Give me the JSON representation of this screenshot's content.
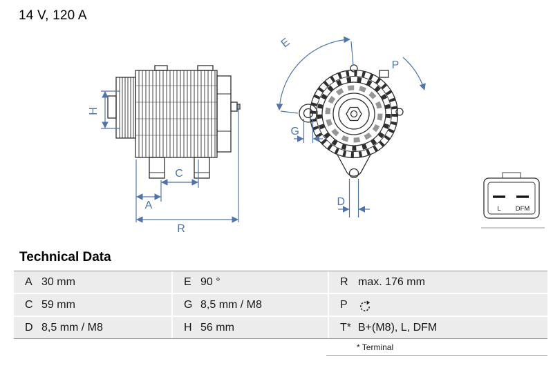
{
  "colors": {
    "accent": "#4d74ad",
    "ink": "#2e2e2e"
  },
  "header": {
    "rating": "14 V, 120 A"
  },
  "diagram": {
    "labels": {
      "H": "H",
      "A": "A",
      "C": "C",
      "R": "R",
      "E": "E",
      "P": "P",
      "G": "G",
      "D": "D"
    },
    "connector": {
      "left_pin": "L",
      "right_pin": "DFM"
    }
  },
  "table": {
    "title": "Technical Data",
    "footnote": "* Terminal",
    "rows": [
      {
        "c1": {
          "label": "A",
          "value": "30 mm"
        },
        "c2": {
          "label": "E",
          "value": "90 °"
        },
        "c3": {
          "label": "R",
          "value": "max. 176 mm"
        }
      },
      {
        "c1": {
          "label": "C",
          "value": "59 mm"
        },
        "c2": {
          "label": "G",
          "value": "8,5 mm / M8"
        },
        "c3": {
          "label": "P",
          "value": "",
          "icon": "clockwise-rotation-icon"
        }
      },
      {
        "c1": {
          "label": "D",
          "value": "8,5 mm / M8"
        },
        "c2": {
          "label": "H",
          "value": "56 mm"
        },
        "c3": {
          "label": "T*",
          "value": "B+(M8), L, DFM"
        }
      }
    ]
  }
}
